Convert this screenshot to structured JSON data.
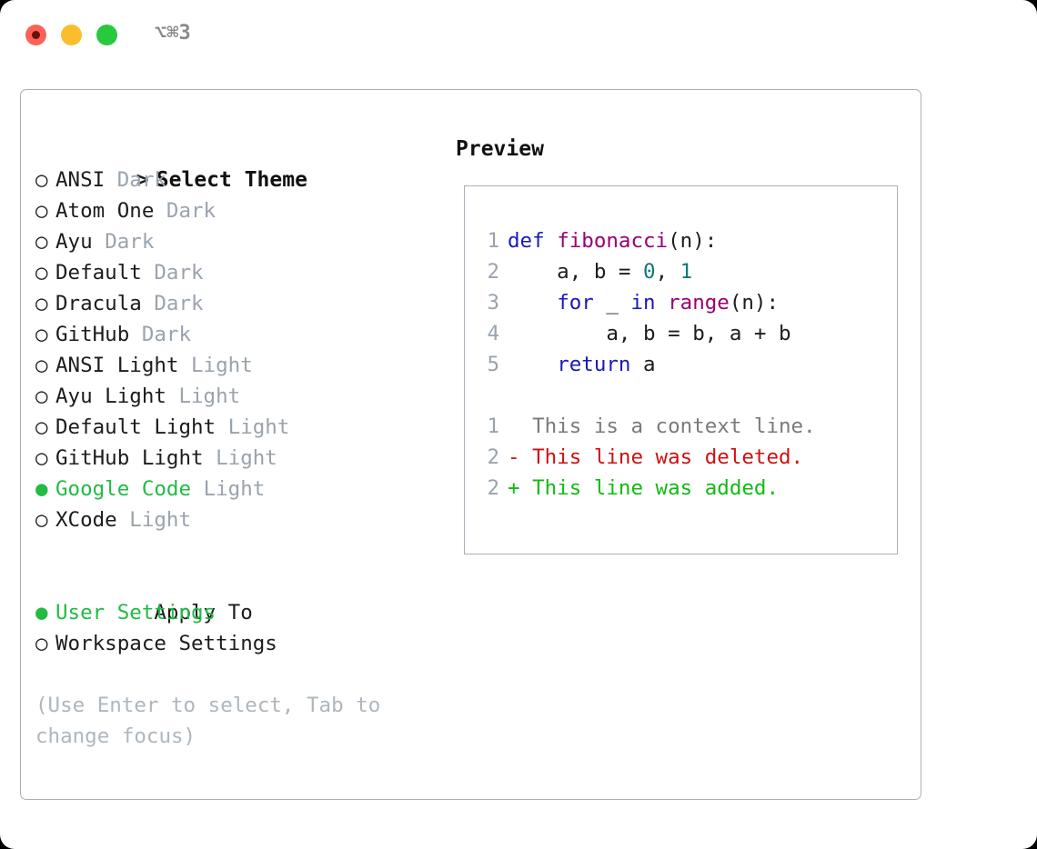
{
  "titlebar": {
    "shortcut": "⌥⌘3",
    "buttons": {
      "close": "close-window",
      "minimize": "minimize-window",
      "maximize": "maximize-window"
    },
    "colors": {
      "close": "#fb6159",
      "minimize": "#fbbd2e",
      "maximize": "#28c83f",
      "shortcut_text": "#8a8a8a"
    }
  },
  "theme_picker": {
    "prompt_prefix": ">",
    "title": "Select Theme",
    "selected_bullet": "●",
    "unselected_bullet": "○",
    "items": [
      {
        "bullet": "○",
        "name": "ANSI",
        "variant": "Dark",
        "selected": false
      },
      {
        "bullet": "○",
        "name": "Atom One",
        "variant": "Dark",
        "selected": false
      },
      {
        "bullet": "○",
        "name": "Ayu",
        "variant": "Dark",
        "selected": false
      },
      {
        "bullet": "○",
        "name": "Default",
        "variant": "Dark",
        "selected": false
      },
      {
        "bullet": "○",
        "name": "Dracula",
        "variant": "Dark",
        "selected": false
      },
      {
        "bullet": "○",
        "name": "GitHub",
        "variant": "Dark",
        "selected": false
      },
      {
        "bullet": "○",
        "name": "ANSI Light",
        "variant": "Light",
        "selected": false
      },
      {
        "bullet": "○",
        "name": "Ayu Light",
        "variant": "Light",
        "selected": false
      },
      {
        "bullet": "○",
        "name": "Default Light",
        "variant": "Light",
        "selected": false
      },
      {
        "bullet": "○",
        "name": "GitHub Light",
        "variant": "Light",
        "selected": false
      },
      {
        "bullet": "●",
        "name": "Google Code",
        "variant": "Light",
        "selected": true
      },
      {
        "bullet": "○",
        "name": "XCode",
        "variant": "Light",
        "selected": false
      }
    ]
  },
  "apply_to": {
    "title": "Apply To",
    "items": [
      {
        "bullet": "●",
        "label": "User Settings",
        "selected": true
      },
      {
        "bullet": "○",
        "label": "Workspace Settings",
        "selected": false
      }
    ]
  },
  "hint": {
    "line1": "(Use Enter to select, Tab to",
    "line2": "change focus)"
  },
  "preview": {
    "title": "Preview",
    "code_lines": [
      {
        "num": "1",
        "tokens": [
          {
            "t": "def",
            "c": "kw"
          },
          {
            "t": " ",
            "c": "pl"
          },
          {
            "t": "fibonacci",
            "c": "fn"
          },
          {
            "t": "(",
            "c": "pl"
          },
          {
            "t": "n",
            "c": "pl"
          },
          {
            "t": "):",
            "c": "pl"
          }
        ]
      },
      {
        "num": "2",
        "tokens": [
          {
            "t": "    a, b = ",
            "c": "pl"
          },
          {
            "t": "0",
            "c": "num"
          },
          {
            "t": ", ",
            "c": "pl"
          },
          {
            "t": "1",
            "c": "num"
          }
        ]
      },
      {
        "num": "3",
        "tokens": [
          {
            "t": "    ",
            "c": "pl"
          },
          {
            "t": "for",
            "c": "kw"
          },
          {
            "t": " _ ",
            "c": "pl"
          },
          {
            "t": "in",
            "c": "kw"
          },
          {
            "t": " ",
            "c": "pl"
          },
          {
            "t": "range",
            "c": "fn"
          },
          {
            "t": "(n):",
            "c": "pl"
          }
        ]
      },
      {
        "num": "4",
        "tokens": [
          {
            "t": "        a, b = b, a + b",
            "c": "pl"
          }
        ]
      },
      {
        "num": "5",
        "tokens": [
          {
            "t": "    ",
            "c": "pl"
          },
          {
            "t": "return",
            "c": "kw"
          },
          {
            "t": " a",
            "c": "pl"
          }
        ]
      }
    ],
    "diff_lines": [
      {
        "num": "1",
        "marker": " ",
        "text": " This is a context line.",
        "kind": "ctx"
      },
      {
        "num": "2",
        "marker": "-",
        "text": " This line was deleted.",
        "kind": "del"
      },
      {
        "num": "2",
        "marker": "+",
        "text": " This line was added.",
        "kind": "add"
      }
    ],
    "colors": {
      "keyword": "#1a19bb",
      "function": "#990073",
      "number": "#0e7a74",
      "plain": "#1c1c1c",
      "line_number": "#9aa3ad",
      "context": "#7a7a7a",
      "deleted": "#cc1111",
      "added": "#11bb11",
      "border": "#a8b0bd"
    }
  },
  "palette": {
    "accent_green": "#22bb44",
    "muted_gray": "#9aa3ad",
    "hint_gray": "#aeb6bf",
    "panel_border": "#a8b0bd"
  }
}
